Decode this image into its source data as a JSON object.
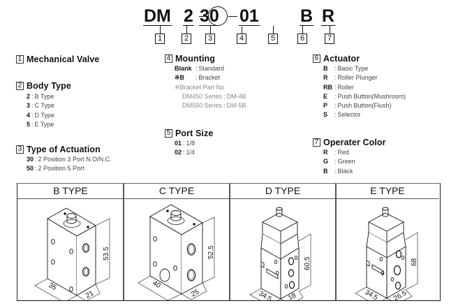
{
  "order_code": {
    "parts": [
      {
        "text": "DM",
        "num": "1"
      },
      {
        "text": "2",
        "num": "2"
      },
      {
        "text": "30",
        "num": "3"
      },
      {
        "text": "",
        "num": "4"
      },
      {
        "text": "01",
        "num": "5"
      },
      {
        "text": "B",
        "num": "6"
      },
      {
        "text": "R",
        "num": "7"
      }
    ]
  },
  "sections": {
    "mechanical_valve": {
      "num": "1",
      "title": "Mechanical Valve"
    },
    "body_type": {
      "num": "2",
      "title": "Body Type",
      "rows": [
        {
          "key": "2",
          "value": "B Type"
        },
        {
          "key": "3",
          "value": "C Type"
        },
        {
          "key": "4",
          "value": "D Type"
        },
        {
          "key": "5",
          "value": "E Type"
        }
      ]
    },
    "type_of_actuation": {
      "num": "3",
      "title": "Type of Actuation",
      "rows": [
        {
          "key": "30",
          "value": "2 Position 3 Port N.O/N.C."
        },
        {
          "key": "50",
          "value": "2 Position 5 Port"
        }
      ]
    },
    "mounting": {
      "num": "4",
      "title": "Mounting",
      "rows": [
        {
          "key": "Blank",
          "value": "Standard"
        },
        {
          "key": "※B",
          "value": "Bracket"
        }
      ],
      "note_title": "※Bracket Part No",
      "notes": [
        {
          "key": "DM450 Series",
          "value": "DM-4B"
        },
        {
          "key": "DM550 Series",
          "value": "DM-5B"
        }
      ]
    },
    "port_size": {
      "num": "5",
      "title": "Port Size",
      "rows": [
        {
          "key": "01",
          "value": "1/8"
        },
        {
          "key": "02",
          "value": "1/4"
        }
      ]
    },
    "actuator": {
      "num": "6",
      "title": "Actuator",
      "rows": [
        {
          "key": "B",
          "value": "Basic Type"
        },
        {
          "key": "R",
          "value": "Roller Plunger"
        },
        {
          "key": "RB",
          "value": "Roller"
        },
        {
          "key": "E",
          "value": "Push Button(Mushroom)"
        },
        {
          "key": "P",
          "value": "Push Button(Flush)"
        },
        {
          "key": "S",
          "value": "Selector"
        }
      ]
    },
    "operater_color": {
      "num": "7",
      "title": "Operater Color",
      "rows": [
        {
          "key": "R",
          "value": "Red"
        },
        {
          "key": "G",
          "value": "Green"
        },
        {
          "key": "B",
          "value": "Black"
        }
      ]
    }
  },
  "type_table": {
    "columns": [
      {
        "label": "B TYPE",
        "width_dim": "35",
        "depth_dim": "21",
        "height_dim": "53.5"
      },
      {
        "label": "C TYPE",
        "width_dim": "40",
        "depth_dim": "25",
        "height_dim": "52.5"
      },
      {
        "label": "D TYPE",
        "width_dim": "34.5",
        "depth_dim": "18",
        "height_dim": "60.5"
      },
      {
        "label": "E TYPE",
        "width_dim": "34.5",
        "depth_dim": "26.5",
        "height_dim": "68"
      }
    ]
  }
}
